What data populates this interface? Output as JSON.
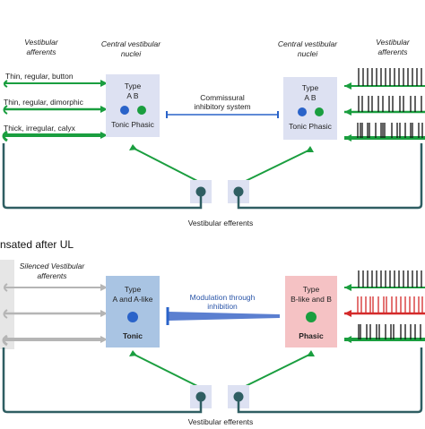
{
  "top": {
    "afferents_title": [
      "Vestibular",
      "afferents"
    ],
    "afferent_types": [
      "Thin, regular, button",
      "Thin, regular, dimorphic",
      "Thick, irregular, calyx"
    ],
    "nuclei_left_title": [
      "Central vestibular",
      "nuclei"
    ],
    "nuclei_right_title": [
      "Central vestibular",
      "nuclei"
    ],
    "right_afferents_title": [
      "Vestibular",
      "afferents"
    ],
    "box_type": "Type",
    "box_ab": "A    B",
    "box_tonic_phasic": "Tonic Phasic",
    "commissural": [
      "Commissural",
      "inhibitory system"
    ],
    "efferents": "Vestibular efferents",
    "colors": {
      "afferent": "#1a9e3f",
      "box": "#dde1f2",
      "blue": "#2a63c9",
      "green_dot": "#1a9e3f",
      "efferent": "#2f5e62"
    }
  },
  "bottom": {
    "section_title": "nsated after UL",
    "silenced": [
      "Silenced Vestibular",
      "afferents"
    ],
    "left_type": [
      "Type",
      "A and A-like"
    ],
    "left_tonic": "Tonic",
    "modulation": [
      "Modulation through",
      "inhibition"
    ],
    "right_type": [
      "Type",
      "B-like and B"
    ],
    "right_phasic": "Phasic",
    "efferents": "Vestibular efferents",
    "colors": {
      "gray": "#b5b5b5",
      "left_box": "#a9c4e3",
      "right_box": "#f5c2c4",
      "spike_red": "#d42a2a"
    }
  }
}
